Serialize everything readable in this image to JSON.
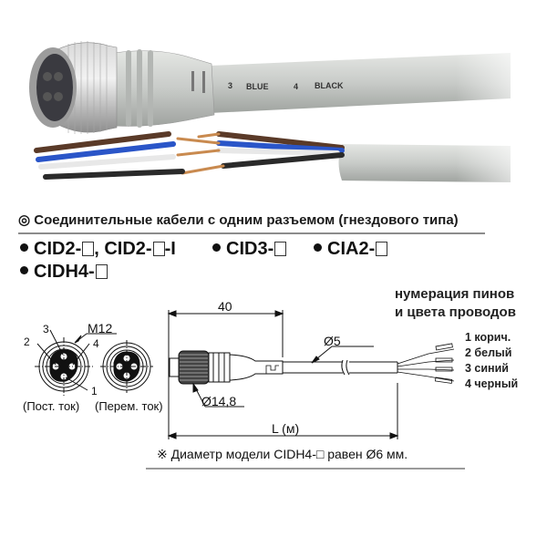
{
  "photo": {
    "cable_print": [
      "3",
      "BLUE",
      "4",
      "BLACK"
    ],
    "wire_colors": {
      "brown": "#5a3a28",
      "blue": "#2a55c8",
      "white": "#e8e8e8",
      "black": "#2a2a2a",
      "copper": "#c98a4f",
      "jacket": "#c9ccc9"
    }
  },
  "heading": {
    "symbol": "◎",
    "text": "Соединительные кабели с одним разъемом (гнездового типа)"
  },
  "models": [
    {
      "prefix": "CID2-",
      "mid": ", CID2-",
      "suffix": "-I"
    },
    {
      "prefix": "CID3-"
    },
    {
      "prefix": "CIA2-"
    },
    {
      "prefix": "CIDH4-"
    }
  ],
  "connector_face": {
    "thread": "M12",
    "pins": [
      "1",
      "2",
      "3",
      "4"
    ],
    "dc_caption": "(Пост. ток)",
    "ac_caption": "(Перем. ток)"
  },
  "drawing": {
    "length_40": "40",
    "cable_diameter": "Ø5",
    "nut_diameter": "Ø14,8",
    "total_length": "L (м)"
  },
  "pin_legend": {
    "title_line1": "нумерация пинов",
    "title_line2": "и цвета проводов",
    "wires": [
      "1 корич.",
      "2 белый",
      "3 синий",
      "4 черный"
    ]
  },
  "footnote": "※ Диаметр модели CIDH4-□ равен Ø6 мм."
}
